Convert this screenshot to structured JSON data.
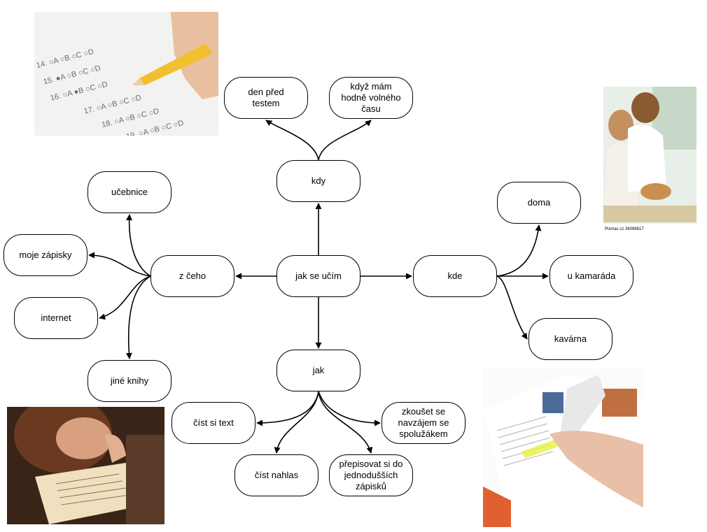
{
  "diagram": {
    "center": "jak se učím",
    "branches": [
      {
        "label": "kdy",
        "children": [
          "den před\ntestem",
          "když mám\nhodně volného\nčasu"
        ]
      },
      {
        "label": "z čeho",
        "children": [
          "učebnice",
          "moje zápisky",
          "internet",
          "jiné knihy"
        ]
      },
      {
        "label": "kde",
        "children": [
          "doma",
          "u kamaráda",
          "kavárna"
        ]
      },
      {
        "label": "jak",
        "children": [
          "číst si text",
          "číst nahlas",
          "přepisovat si do\njednodušších\nzápisků",
          "zkoušet se\nnavzájem se\nspolužákem"
        ]
      }
    ]
  },
  "photos": {
    "answer_sheet": {
      "rows": [
        "14. ○A ○B ○C ○D",
        "15. ●A ○B ○C ○D",
        "16. ○A ●B ○C ○D",
        "17. ○A ○B ○C ○D",
        "18. ○A ○B ○C ○D",
        "19. ○A ○B ○C ○D"
      ]
    },
    "students": {
      "watermark": "Pixmac.cz 36096617"
    }
  }
}
